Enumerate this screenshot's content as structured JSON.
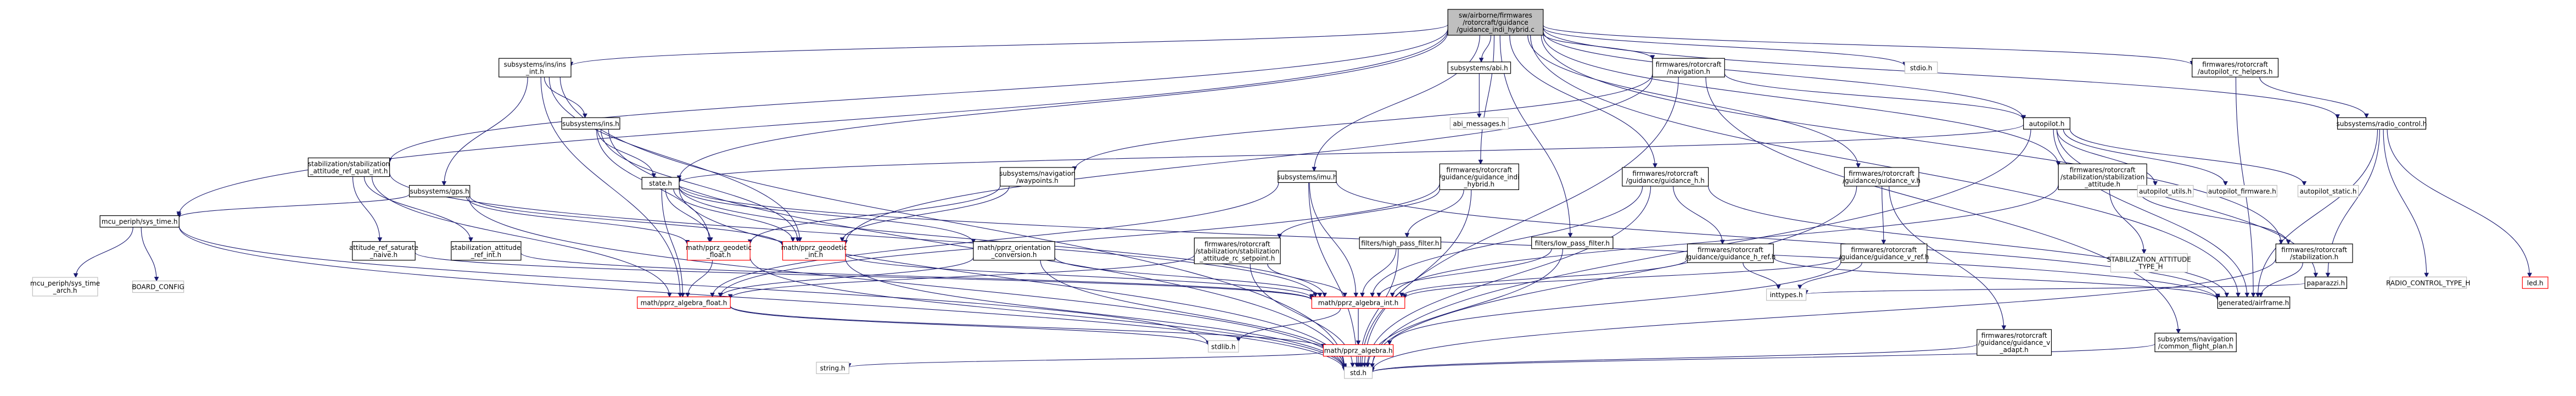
{
  "graph": {
    "type": "include-dependency-graph",
    "nodes": [
      {
        "id": "root",
        "lines": [
          "sw/airborne/firmwares",
          "/rotorcraft/guidance",
          "/guidance_indi_hybrid.c"
        ],
        "style": "root"
      },
      {
        "id": "ins_int",
        "lines": [
          "subsystems/ins/ins",
          "_int.h"
        ],
        "style": "normal"
      },
      {
        "id": "abi",
        "lines": [
          "subsystems/abi.h"
        ],
        "style": "normal"
      },
      {
        "id": "nav_rc",
        "lines": [
          "firmwares/rotorcraft",
          "/navigation.h"
        ],
        "style": "normal"
      },
      {
        "id": "stdio",
        "lines": [
          "stdio.h"
        ],
        "style": "plain"
      },
      {
        "id": "ap_rc_helpers",
        "lines": [
          "firmwares/rotorcraft",
          "/autopilot_rc_helpers.h"
        ],
        "style": "normal"
      },
      {
        "id": "ins",
        "lines": [
          "subsystems/ins.h"
        ],
        "style": "normal"
      },
      {
        "id": "abi_msgs",
        "lines": [
          "abi_messages.h"
        ],
        "style": "plain"
      },
      {
        "id": "autopilot",
        "lines": [
          "autopilot.h"
        ],
        "style": "normal"
      },
      {
        "id": "radio_control",
        "lines": [
          "subsystems/radio_control.h"
        ],
        "style": "normal"
      },
      {
        "id": "stab_quat",
        "lines": [
          "stabilization/stabilization",
          "_attitude_ref_quat_int.h"
        ],
        "style": "normal"
      },
      {
        "id": "gps",
        "lines": [
          "subsystems/gps.h"
        ],
        "style": "normal"
      },
      {
        "id": "state",
        "lines": [
          "state.h"
        ],
        "style": "normal"
      },
      {
        "id": "waypoints",
        "lines": [
          "subsystems/navigation",
          "/waypoints.h"
        ],
        "style": "normal"
      },
      {
        "id": "imu",
        "lines": [
          "subsystems/imu.h"
        ],
        "style": "normal"
      },
      {
        "id": "gi_hybrid",
        "lines": [
          "firmwares/rotorcraft",
          "/guidance/guidance_indi",
          "_hybrid.h"
        ],
        "style": "normal"
      },
      {
        "id": "guidance_h",
        "lines": [
          "firmwares/rotorcraft",
          "/guidance/guidance_h.h"
        ],
        "style": "normal"
      },
      {
        "id": "guidance_v",
        "lines": [
          "firmwares/rotorcraft",
          "/guidance/guidance_v.h"
        ],
        "style": "normal"
      },
      {
        "id": "stab_att",
        "lines": [
          "firmwares/rotorcraft",
          "/stabilization/stabilization",
          "_attitude.h"
        ],
        "style": "normal"
      },
      {
        "id": "ap_utils",
        "lines": [
          "autopilot_utils.h"
        ],
        "style": "plain"
      },
      {
        "id": "ap_fw",
        "lines": [
          "autopilot_firmware.h"
        ],
        "style": "plain"
      },
      {
        "id": "ap_static",
        "lines": [
          "autopilot_static.h"
        ],
        "style": "plain"
      },
      {
        "id": "sys_time",
        "lines": [
          "mcu_periph/sys_time.h"
        ],
        "style": "normal"
      },
      {
        "id": "att_ref_sat",
        "lines": [
          "attitude_ref_saturate",
          "_naive.h"
        ],
        "style": "normal"
      },
      {
        "id": "stab_att_ref",
        "lines": [
          "stabilization_attitude",
          "_ref_int.h"
        ],
        "style": "normal"
      },
      {
        "id": "geo_float",
        "lines": [
          "math/pprz_geodetic",
          "_float.h"
        ],
        "style": "red"
      },
      {
        "id": "geo_int",
        "lines": [
          "math/pprz_geodetic",
          "_int.h"
        ],
        "style": "red"
      },
      {
        "id": "orient",
        "lines": [
          "math/pprz_orientation",
          "_conversion.h"
        ],
        "style": "normal"
      },
      {
        "id": "stab_rc_setpoint",
        "lines": [
          "firmwares/rotorcraft",
          "/stabilization/stabilization",
          "_attitude_rc_setpoint.h"
        ],
        "style": "normal"
      },
      {
        "id": "hpf",
        "lines": [
          "filters/high_pass_filter.h"
        ],
        "style": "normal"
      },
      {
        "id": "lpf",
        "lines": [
          "filters/low_pass_filter.h"
        ],
        "style": "normal"
      },
      {
        "id": "gh_ref",
        "lines": [
          "firmwares/rotorcraft",
          "/guidance/guidance_h_ref.h"
        ],
        "style": "normal"
      },
      {
        "id": "gv_ref",
        "lines": [
          "firmwares/rotorcraft",
          "/guidance/guidance_v_ref.h"
        ],
        "style": "normal"
      },
      {
        "id": "stab_att_h_const",
        "lines": [
          "STABILIZATION_ATTITUDE",
          "_TYPE_H"
        ],
        "style": "plain"
      },
      {
        "id": "stabilization",
        "lines": [
          "firmwares/rotorcraft",
          "/stabilization.h"
        ],
        "style": "normal"
      },
      {
        "id": "paparazzi",
        "lines": [
          "paparazzi.h"
        ],
        "style": "normal"
      },
      {
        "id": "rc_type",
        "lines": [
          "RADIO_CONTROL_TYPE_H"
        ],
        "style": "plain"
      },
      {
        "id": "led",
        "lines": [
          "led.h"
        ],
        "style": "red"
      },
      {
        "id": "sys_time_arch",
        "lines": [
          "mcu_periph/sys_time",
          "_arch.h"
        ],
        "style": "plain"
      },
      {
        "id": "board_config",
        "lines": [
          "BOARD_CONFIG"
        ],
        "style": "plain"
      },
      {
        "id": "algebra_float",
        "lines": [
          "math/pprz_algebra_float.h"
        ],
        "style": "red"
      },
      {
        "id": "algebra_int",
        "lines": [
          "math/pprz_algebra_int.h"
        ],
        "style": "red"
      },
      {
        "id": "inttypes",
        "lines": [
          "inttypes.h"
        ],
        "style": "plain"
      },
      {
        "id": "airframe",
        "lines": [
          "generated/airframe.h"
        ],
        "style": "normal"
      },
      {
        "id": "gv_adapt",
        "lines": [
          "firmwares/rotorcraft",
          "/guidance/guidance_v",
          "_adapt.h"
        ],
        "style": "normal"
      },
      {
        "id": "common_fp",
        "lines": [
          "subsystems/navigation",
          "/common_flight_plan.h"
        ],
        "style": "normal"
      },
      {
        "id": "stdlib",
        "lines": [
          "stdlib.h"
        ],
        "style": "plain"
      },
      {
        "id": "algebra",
        "lines": [
          "math/pprz_algebra.h"
        ],
        "style": "red"
      },
      {
        "id": "string",
        "lines": [
          "string.h"
        ],
        "style": "plain"
      },
      {
        "id": "std",
        "lines": [
          "std.h"
        ],
        "style": "plain"
      }
    ],
    "edges": [
      [
        "root",
        "ins_int"
      ],
      [
        "root",
        "abi"
      ],
      [
        "root",
        "nav_rc"
      ],
      [
        "root",
        "stdio"
      ],
      [
        "root",
        "ap_rc_helpers"
      ],
      [
        "root",
        "radio_control"
      ],
      [
        "root",
        "autopilot"
      ],
      [
        "root",
        "stab_quat"
      ],
      [
        "root",
        "state"
      ],
      [
        "root",
        "imu"
      ],
      [
        "root",
        "gi_hybrid"
      ],
      [
        "root",
        "guidance_h"
      ],
      [
        "root",
        "guidance_v"
      ],
      [
        "root",
        "stab_att"
      ],
      [
        "root",
        "sys_time"
      ],
      [
        "root",
        "lpf"
      ],
      [
        "root",
        "stabilization"
      ],
      [
        "root",
        "airframe"
      ],
      [
        "ins_int",
        "ins"
      ],
      [
        "ins_int",
        "gps"
      ],
      [
        "ins_int",
        "geo_int"
      ],
      [
        "ins_int",
        "std"
      ],
      [
        "ins_int",
        "algebra_float"
      ],
      [
        "abi",
        "abi_msgs"
      ],
      [
        "nav_rc",
        "autopilot"
      ],
      [
        "nav_rc",
        "waypoints"
      ],
      [
        "nav_rc",
        "common_fp"
      ],
      [
        "nav_rc",
        "std"
      ],
      [
        "nav_rc",
        "geo_int"
      ],
      [
        "ap_rc_helpers",
        "radio_control"
      ],
      [
        "ap_rc_helpers",
        "airframe"
      ],
      [
        "ins",
        "state"
      ],
      [
        "ins",
        "geo_int"
      ],
      [
        "ins",
        "geo_float"
      ],
      [
        "ins",
        "std"
      ],
      [
        "autopilot",
        "ap_utils"
      ],
      [
        "autopilot",
        "ap_fw"
      ],
      [
        "autopilot",
        "ap_static"
      ],
      [
        "autopilot",
        "paparazzi"
      ],
      [
        "autopilot",
        "state"
      ],
      [
        "autopilot",
        "airframe"
      ],
      [
        "autopilot",
        "std"
      ],
      [
        "radio_control",
        "rc_type"
      ],
      [
        "radio_control",
        "led"
      ],
      [
        "radio_control",
        "airframe"
      ],
      [
        "radio_control",
        "paparazzi"
      ],
      [
        "stab_quat",
        "att_ref_sat"
      ],
      [
        "stab_quat",
        "stab_att_ref"
      ],
      [
        "stab_quat",
        "algebra_int"
      ],
      [
        "stab_quat",
        "algebra_float"
      ],
      [
        "gps",
        "geo_int"
      ],
      [
        "gps",
        "geo_float"
      ],
      [
        "gps",
        "sys_time"
      ],
      [
        "gps",
        "std"
      ],
      [
        "state",
        "geo_int"
      ],
      [
        "state",
        "geo_float"
      ],
      [
        "state",
        "orient"
      ],
      [
        "state",
        "algebra_int"
      ],
      [
        "state",
        "algebra_float"
      ],
      [
        "state",
        "std"
      ],
      [
        "state",
        "airframe"
      ],
      [
        "waypoints",
        "geo_float"
      ],
      [
        "waypoints",
        "geo_int"
      ],
      [
        "imu",
        "algebra_int"
      ],
      [
        "imu",
        "algebra_float"
      ],
      [
        "imu",
        "std"
      ],
      [
        "imu",
        "airframe"
      ],
      [
        "gi_hybrid",
        "stab_rc_setpoint"
      ],
      [
        "gi_hybrid",
        "hpf"
      ],
      [
        "gi_hybrid",
        "algebra_float"
      ],
      [
        "gi_hybrid",
        "std"
      ],
      [
        "guidance_h",
        "gh_ref"
      ],
      [
        "guidance_h",
        "algebra_int"
      ],
      [
        "guidance_h",
        "airframe"
      ],
      [
        "guidance_h",
        "std"
      ],
      [
        "guidance_v",
        "gv_ref"
      ],
      [
        "guidance_v",
        "gv_adapt"
      ],
      [
        "guidance_v",
        "std"
      ],
      [
        "stab_att",
        "stab_att_h_const"
      ],
      [
        "stab_att",
        "stabilization"
      ],
      [
        "stab_att",
        "algebra_int"
      ],
      [
        "sys_time",
        "sys_time_arch"
      ],
      [
        "sys_time",
        "board_config"
      ],
      [
        "sys_time",
        "std"
      ],
      [
        "sys_time",
        "stdlib"
      ],
      [
        "att_ref_sat",
        "algebra_int"
      ],
      [
        "stab_att_ref",
        "algebra_int"
      ],
      [
        "geo_float",
        "algebra_float"
      ],
      [
        "geo_float",
        "std"
      ],
      [
        "geo_int",
        "algebra_int"
      ],
      [
        "geo_int",
        "std"
      ],
      [
        "orient",
        "algebra_int"
      ],
      [
        "orient",
        "algebra_float"
      ],
      [
        "orient",
        "std"
      ],
      [
        "stab_rc_setpoint",
        "algebra_int"
      ],
      [
        "stab_rc_setpoint",
        "algebra_float"
      ],
      [
        "stab_rc_setpoint",
        "std"
      ],
      [
        "hpf",
        "std"
      ],
      [
        "hpf",
        "algebra_int"
      ],
      [
        "lpf",
        "algebra_int"
      ],
      [
        "lpf",
        "std"
      ],
      [
        "gh_ref",
        "algebra_int"
      ],
      [
        "gh_ref",
        "inttypes"
      ],
      [
        "gh_ref",
        "airframe"
      ],
      [
        "gv_ref",
        "algebra_int"
      ],
      [
        "gv_ref",
        "inttypes"
      ],
      [
        "gv_ref",
        "algebra"
      ],
      [
        "stabilization",
        "airframe"
      ],
      [
        "stabilization",
        "std"
      ],
      [
        "paparazzi",
        "inttypes"
      ],
      [
        "algebra_float",
        "algebra"
      ],
      [
        "algebra_float",
        "stdlib"
      ],
      [
        "algebra_int",
        "algebra"
      ],
      [
        "algebra_int",
        "stdlib"
      ],
      [
        "algebra_int",
        "std"
      ],
      [
        "algebra",
        "string"
      ],
      [
        "algebra",
        "std"
      ],
      [
        "gv_adapt",
        "std"
      ],
      [
        "common_fp",
        "std"
      ]
    ],
    "colors": {
      "root_fill": "#bfbfbf",
      "normal_border": "#000000",
      "red_border": "#ff0000",
      "plain_border": "#bfbfbf",
      "edge": "#191970"
    }
  }
}
